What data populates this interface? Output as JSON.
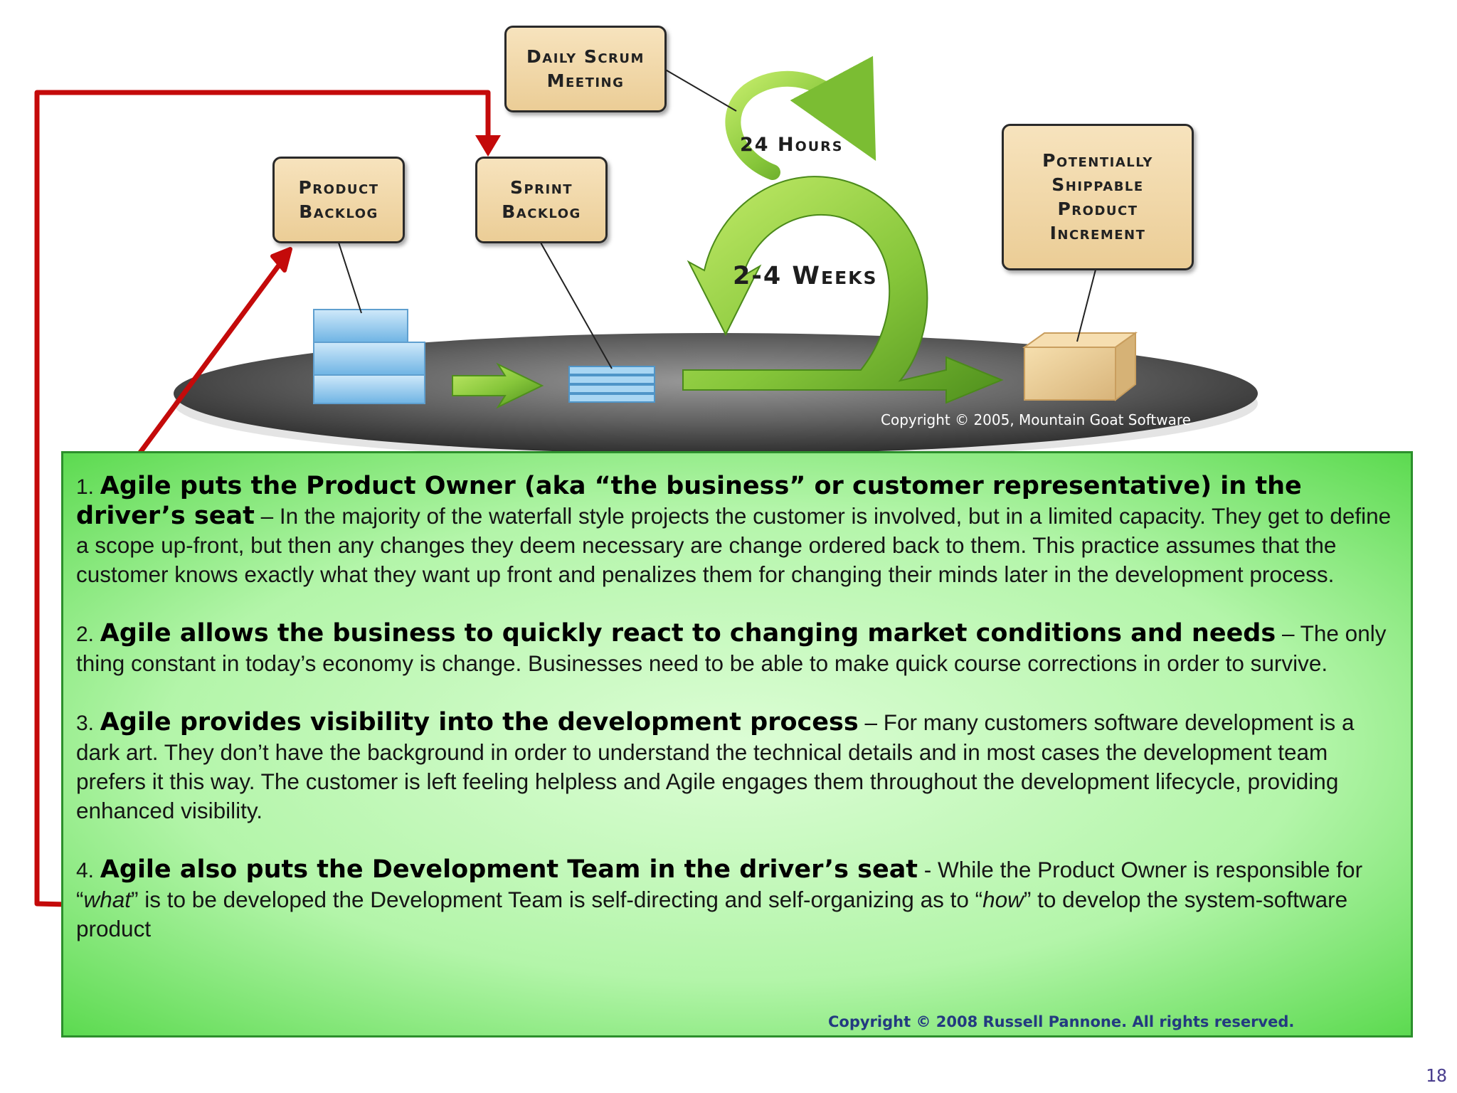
{
  "diagram": {
    "boxes": {
      "daily_scrum": [
        "Daily Scrum",
        "Meeting"
      ],
      "product_backlog": [
        "Product",
        "Backlog"
      ],
      "sprint_backlog": [
        "Sprint",
        "Backlog"
      ],
      "increment": [
        "Potentially",
        "Shippable",
        "Product",
        "Increment"
      ]
    },
    "cycle_labels": {
      "daily": "24 Hours",
      "sprint": "2-4 Weeks"
    },
    "copyright": "Copyright © 2005, Mountain Goat Software"
  },
  "benefits": [
    {
      "number": "1.",
      "headline": "Agile puts the Product Owner (aka “the business” or customer representative) in the driver’s seat",
      "separator": " – ",
      "body": "In the majority of the waterfall style projects the customer is involved, but in a limited capacity. They get to define a scope up-front, but then any changes they deem necessary are change ordered back to them. This practice assumes that the customer knows exactly what they want up front and penalizes them for changing their minds later in the development process."
    },
    {
      "number": "2.",
      "headline": "Agile allows the business to quickly react to changing market conditions and needs",
      "separator": " – ",
      "body": "The only thing constant in today’s economy is change. Businesses need to be able to make quick course corrections in order to survive."
    },
    {
      "number": "3.",
      "headline": "Agile provides visibility into the development process",
      "separator": " – ",
      "body": "For many customers software development is a dark art. They don’t have the background in order to understand the technical details and in most cases the development team prefers it this way. The customer is left feeling helpless and Agile engages them throughout the development lifecycle, providing enhanced visibility."
    },
    {
      "number": "4.",
      "headline": "Agile also puts the Development Team in the driver’s seat",
      "separator": " - ",
      "body_parts": [
        "While the Product Owner is responsible for “",
        "what",
        "” is to be developed the Development Team is self-directing and self-organizing as to “",
        "how",
        "” to develop the system-software product"
      ]
    }
  ],
  "copyright_bottom": "Copyright © 2008 Russell Pannone. All rights reserved.",
  "page_number": "18",
  "colors": {
    "panel_green": "#40c83a",
    "arrow_red": "#c40a0a",
    "box_tan": "#f2d9a8"
  }
}
